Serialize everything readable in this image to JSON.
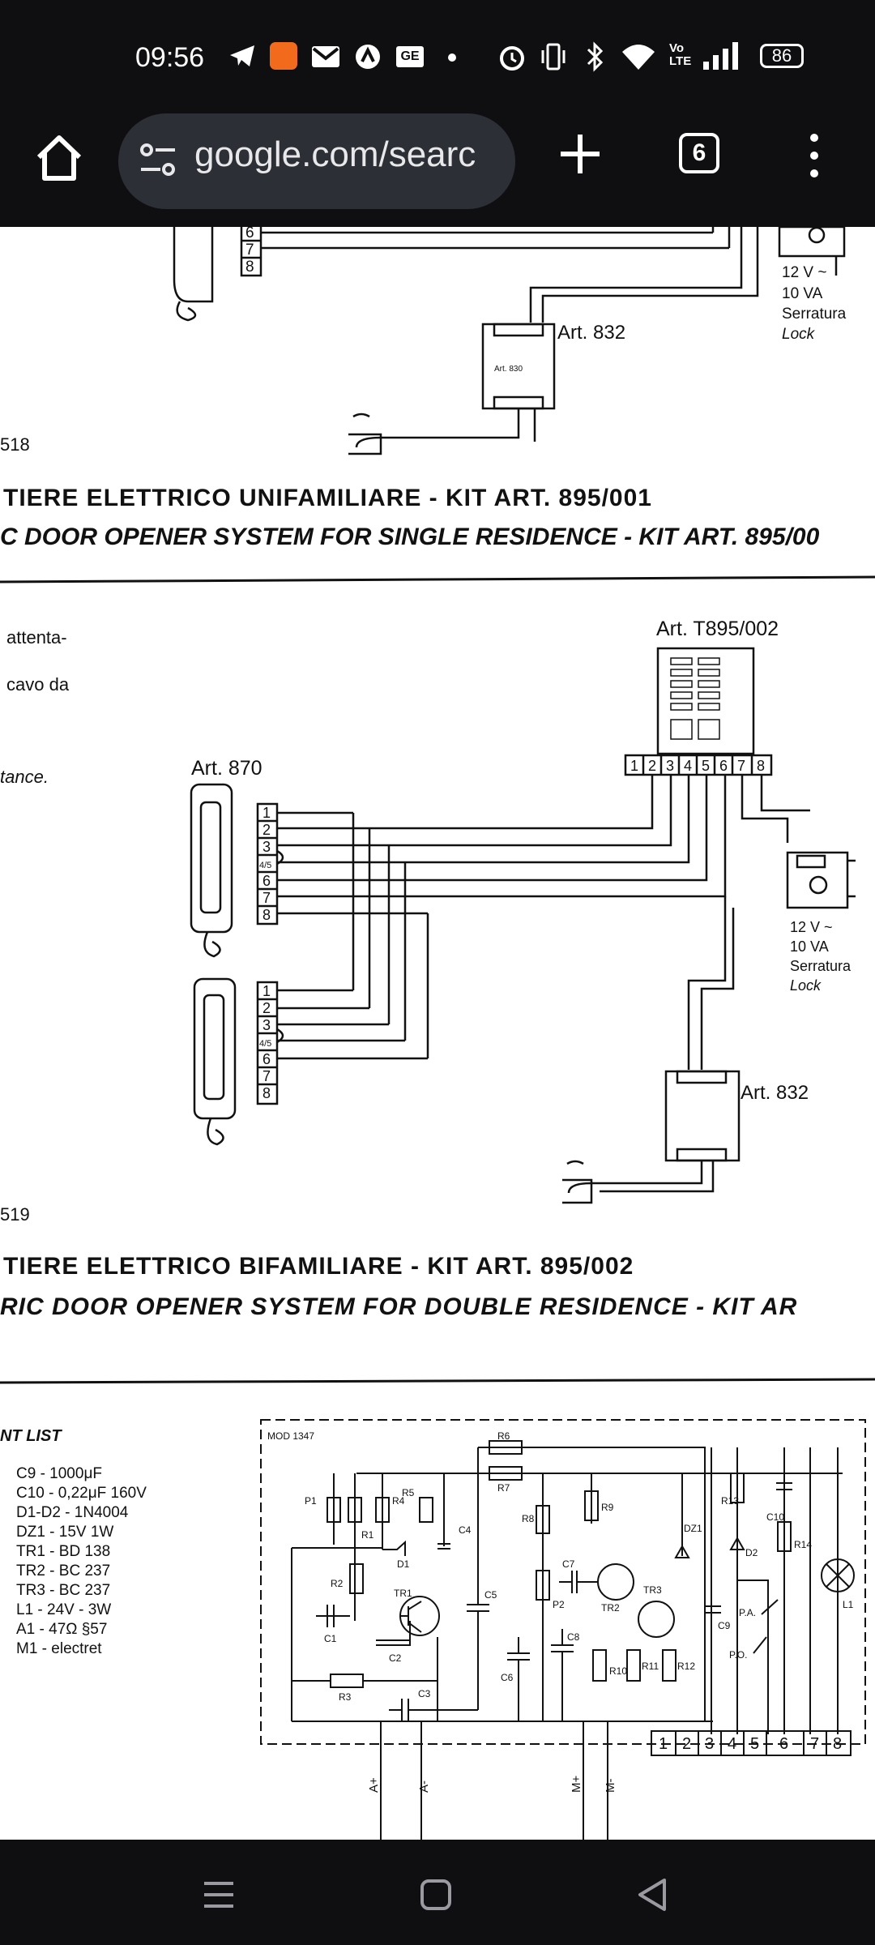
{
  "status_bar": {
    "time": "09:56",
    "battery": "86",
    "left_icons": [
      "telegram-icon",
      "temu-icon",
      "gmail-icon",
      "app-icon",
      "ge-icon",
      "dot-icon"
    ],
    "right_icons": [
      "alarm-icon",
      "vibrate-icon",
      "bluetooth-icon",
      "wifi-icon",
      "volte-icon",
      "signal-icon"
    ]
  },
  "browser": {
    "url": "google.com/searc",
    "tab_count": "6"
  },
  "document": {
    "top": {
      "terminals": [
        "6",
        "7",
        "8"
      ],
      "lock_voltage": "12 V ~",
      "lock_power": "10 VA",
      "lock_it": "Serratura",
      "lock_en": "Lock",
      "psu_label": "Art. 832",
      "psu_inner": "Art. 830",
      "fig_num": "518",
      "title_it": "TIERE ELETTRICO UNIFAMILIARE - KIT ART. 895/001",
      "title_en": "C DOOR OPENER SYSTEM FOR SINGLE RESIDENCE - KIT ART. 895/00"
    },
    "middle": {
      "text_1": "attenta-",
      "text_2": "cavo da",
      "text_3": "tance.",
      "panel_label": "Art. T895/002",
      "handset_label": "Art. 870",
      "panel_terminals": [
        "1",
        "2",
        "3",
        "4",
        "5",
        "6",
        "7",
        "8"
      ],
      "handset_terminals": [
        "1",
        "2",
        "3",
        "4/5",
        "6",
        "7",
        "8"
      ],
      "lock_voltage": "12 V ~",
      "lock_power": "10 VA",
      "lock_it": "Serratura",
      "lock_en": "Lock",
      "psu_label": "Art. 832",
      "fig_num": "519",
      "title_it": "TIERE ELETTRICO BIFAMILIARE - KIT ART. 895/002",
      "title_en": "RIC DOOR OPENER SYSTEM FOR DOUBLE RESIDENCE - KIT AR"
    },
    "bottom": {
      "list_title": "NT LIST",
      "components": [
        "C9 - 1000μF",
        "C10 - 0,22μF 160V",
        "D1-D2 - 1N4004",
        "DZ1 - 15V 1W",
        "TR1 - BD 138",
        "TR2 - BC 237",
        "TR3 - BC 237",
        "L1 - 24V - 3W",
        "A1 - 47Ω §57",
        "M1 - electret"
      ],
      "mod": "MOD 1347",
      "terminals": [
        "1",
        "2",
        "3",
        "4",
        "5",
        "6",
        "7",
        "8"
      ],
      "parts": [
        "P1",
        "R1",
        "R4",
        "R5",
        "C4",
        "D1",
        "R2",
        "TR1",
        "C1",
        "C2",
        "R3",
        "C3",
        "C5",
        "R6",
        "R7",
        "R8",
        "R9",
        "C7",
        "P2",
        "TR2",
        "TR3",
        "DZ1",
        "C8",
        "C6",
        "R10",
        "R11",
        "R12",
        "C9",
        "R13",
        "D2",
        "C10",
        "R14",
        "L1",
        "P.A.",
        "P.O."
      ],
      "line_labels": [
        "A+",
        "A-",
        "M+",
        "M-"
      ]
    }
  },
  "nav_bar": [
    "menu-icon",
    "home-icon",
    "back-icon"
  ]
}
